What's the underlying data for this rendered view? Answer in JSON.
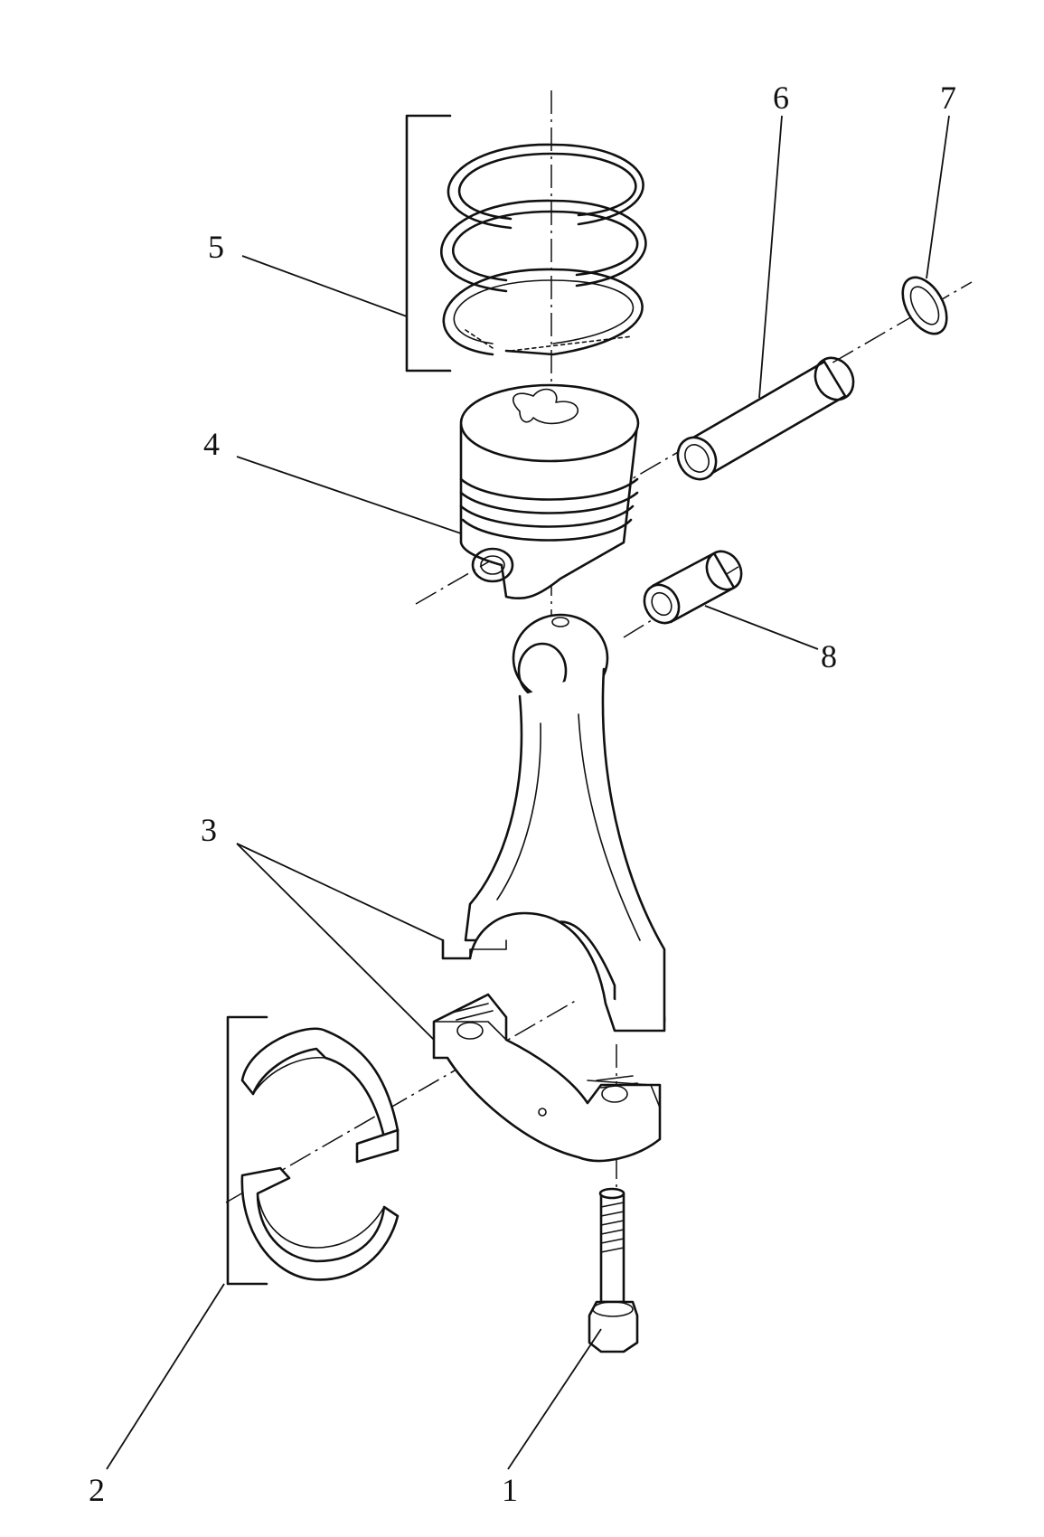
{
  "callouts": [
    {
      "id": "1",
      "text": "1"
    },
    {
      "id": "2",
      "text": "2"
    },
    {
      "id": "3",
      "text": "3"
    },
    {
      "id": "4",
      "text": "4"
    },
    {
      "id": "5",
      "text": "5"
    },
    {
      "id": "6",
      "text": "6"
    },
    {
      "id": "7",
      "text": "7"
    },
    {
      "id": "8",
      "text": "8"
    }
  ],
  "colors": {
    "line": "#111111",
    "background": "#ffffff"
  }
}
